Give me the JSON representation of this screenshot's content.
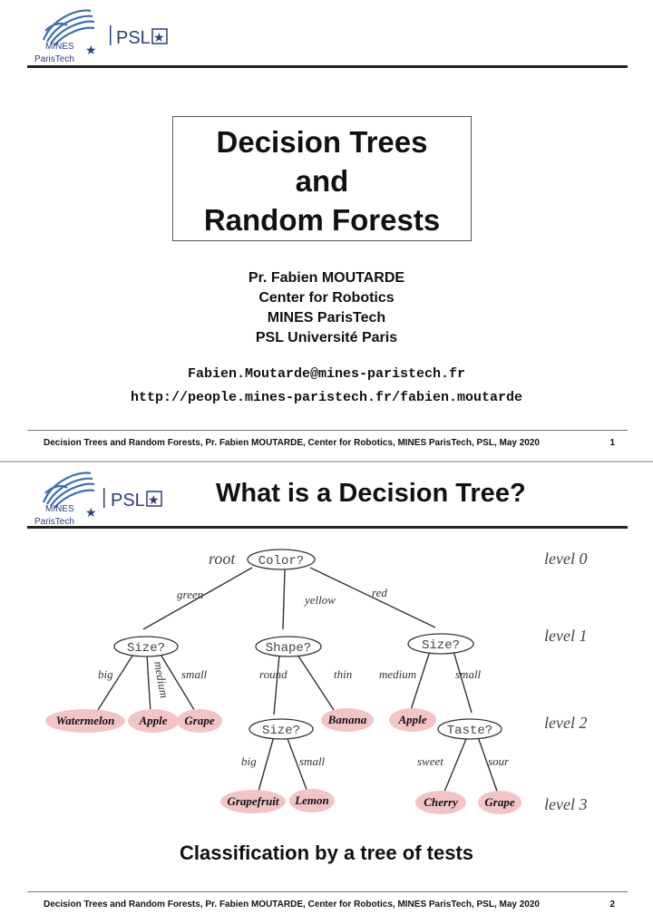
{
  "slide1": {
    "logo": {
      "school": "MINES",
      "school_sub": "ParisTech",
      "psl": "PSL"
    },
    "title_lines": [
      "Decision Trees",
      "and",
      "Random Forests"
    ],
    "author_lines": [
      "Pr. Fabien MOUTARDE",
      "Center for Robotics",
      "MINES ParisTech",
      "PSL Université Paris"
    ],
    "email": "Fabien.Moutarde@mines-paristech.fr",
    "url": "http://people.mines-paristech.fr/fabien.moutarde",
    "footer": "Decision Trees and Random Forests, Pr. Fabien MOUTARDE, Center for Robotics, MINES ParisTech, PSL, May 2020",
    "page": "1"
  },
  "slide2": {
    "logo": {
      "school": "MINES",
      "school_sub": "ParisTech",
      "psl": "PSL"
    },
    "title": "What is a Decision Tree?",
    "tree": {
      "root_label": "root",
      "levels": [
        "level 0",
        "level 1",
        "level 2",
        "level 3"
      ],
      "nodes": {
        "color": "Color?",
        "size_left": "Size?",
        "shape": "Shape?",
        "size_right": "Size?",
        "size_mid": "Size?",
        "taste": "Taste?"
      },
      "edges": {
        "green": "green",
        "yellow": "yellow",
        "red": "red",
        "big1": "big",
        "medium1": "medium",
        "small1": "small",
        "round": "round",
        "thin": "thin",
        "medium2": "medium",
        "small2": "small",
        "big2": "big",
        "small3": "small",
        "sweet": "sweet",
        "sour": "sour"
      },
      "leaves": {
        "watermelon": "Watermelon",
        "apple1": "Apple",
        "grape1": "Grape",
        "banana": "Banana",
        "apple2": "Apple",
        "grapefruit": "Grapefruit",
        "lemon": "Lemon",
        "cherry": "Cherry",
        "grape2": "Grape"
      },
      "colors": {
        "leaf_fill": "#f3c4c6",
        "node_stroke": "#333333"
      }
    },
    "caption": "Classification by a tree of tests",
    "footer": "Decision Trees and Random Forests, Pr. Fabien MOUTARDE, Center for Robotics, MINES ParisTech, PSL, May 2020",
    "page": "2"
  }
}
